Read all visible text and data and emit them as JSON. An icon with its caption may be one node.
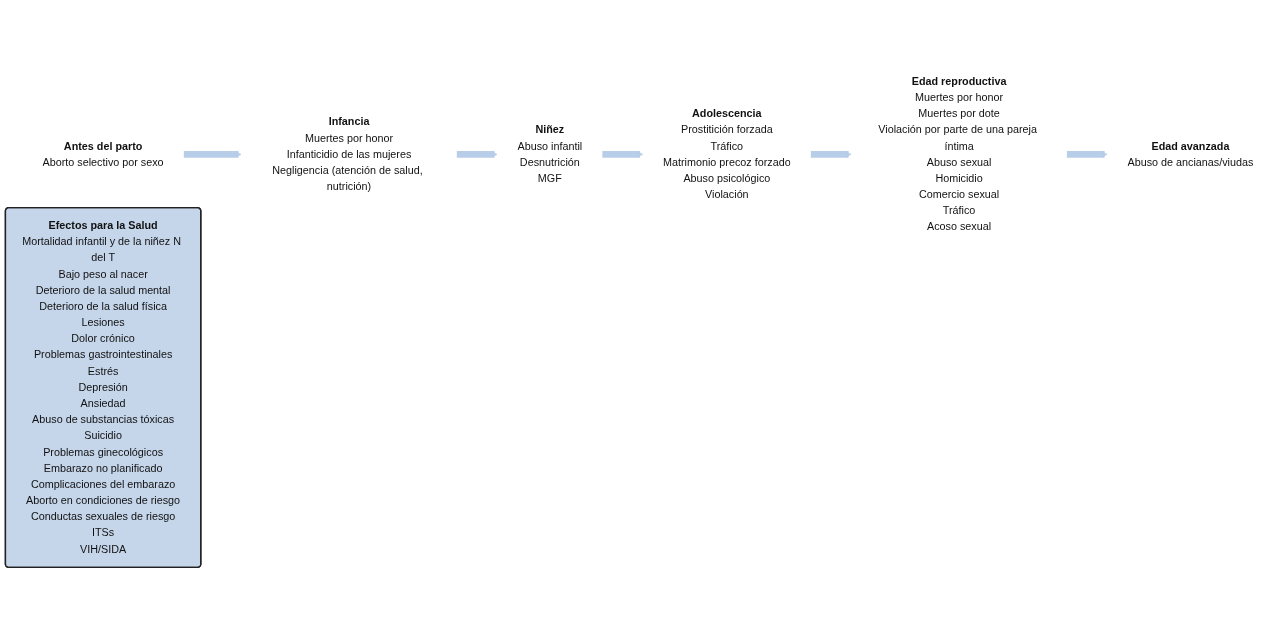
{
  "diagram": {
    "nodes": [
      {
        "text": [
          "Antes del parto",
          "Aborto selectivo por sexo"
        ]
      },
      {
        "text": [
          "Infancia",
          "Muertes por honor",
          "Infanticidio de las mujeres",
          "Negligencia (atención de salud, nutrición)"
        ]
      },
      {
        "text": [
          "Niñez",
          "Abuso infantil",
          "Desnutrición",
          "MGF"
        ]
      },
      {
        "text": [
          "Adolescencia",
          "Prostitición forzada",
          "Tráfico",
          "Matrimonio precoz forzado",
          "Abuso psicológico",
          "Violación"
        ]
      },
      {
        "text": [
          "Edad reproductiva",
          "Muertes por honor",
          "Muertes por dote",
          "Violación por parte de una pareja íntima",
          "Abuso sexual",
          "Homicidio",
          "Comercio sexual",
          "Tráfico",
          "Acoso sexual"
        ]
      },
      {
        "text": [
          "Edad avanzada",
          "Abuso de ancianas/viudas"
        ]
      },
      {
        "text": [
          "Efectos para la Salud",
          "Mortalidad infantil y de la niñez N del T",
          "Bajo peso al nacer",
          "Deterioro de la salud mental",
          "Deterioro de la salud física",
          "Lesiones",
          "Dolor crónico",
          "Problemas gastrointestinales",
          "Estrés",
          "Depresión",
          "Ansiedad",
          "Abuso de substancias tóxicas",
          "Suicidio",
          "Problemas ginecológicos",
          "Embarazo no planificado",
          "Complicaciones del embarazo",
          "Aborto en condiciones de riesgo",
          "Conductas sexuales de riesgo",
          "ITSs",
          "VIH/SIDA"
        ]
      }
    ],
    "edges": [
      {
        "from": 0,
        "to": 1,
        "arrow": "to"
      },
      {
        "from": 1,
        "to": 2,
        "arrow": "to"
      },
      {
        "from": 2,
        "to": 3,
        "arrow": "to"
      },
      {
        "from": 3,
        "to": 4,
        "arrow": "to"
      },
      {
        "from": 4,
        "to": 5,
        "arrow": "to"
      }
    ]
  }
}
